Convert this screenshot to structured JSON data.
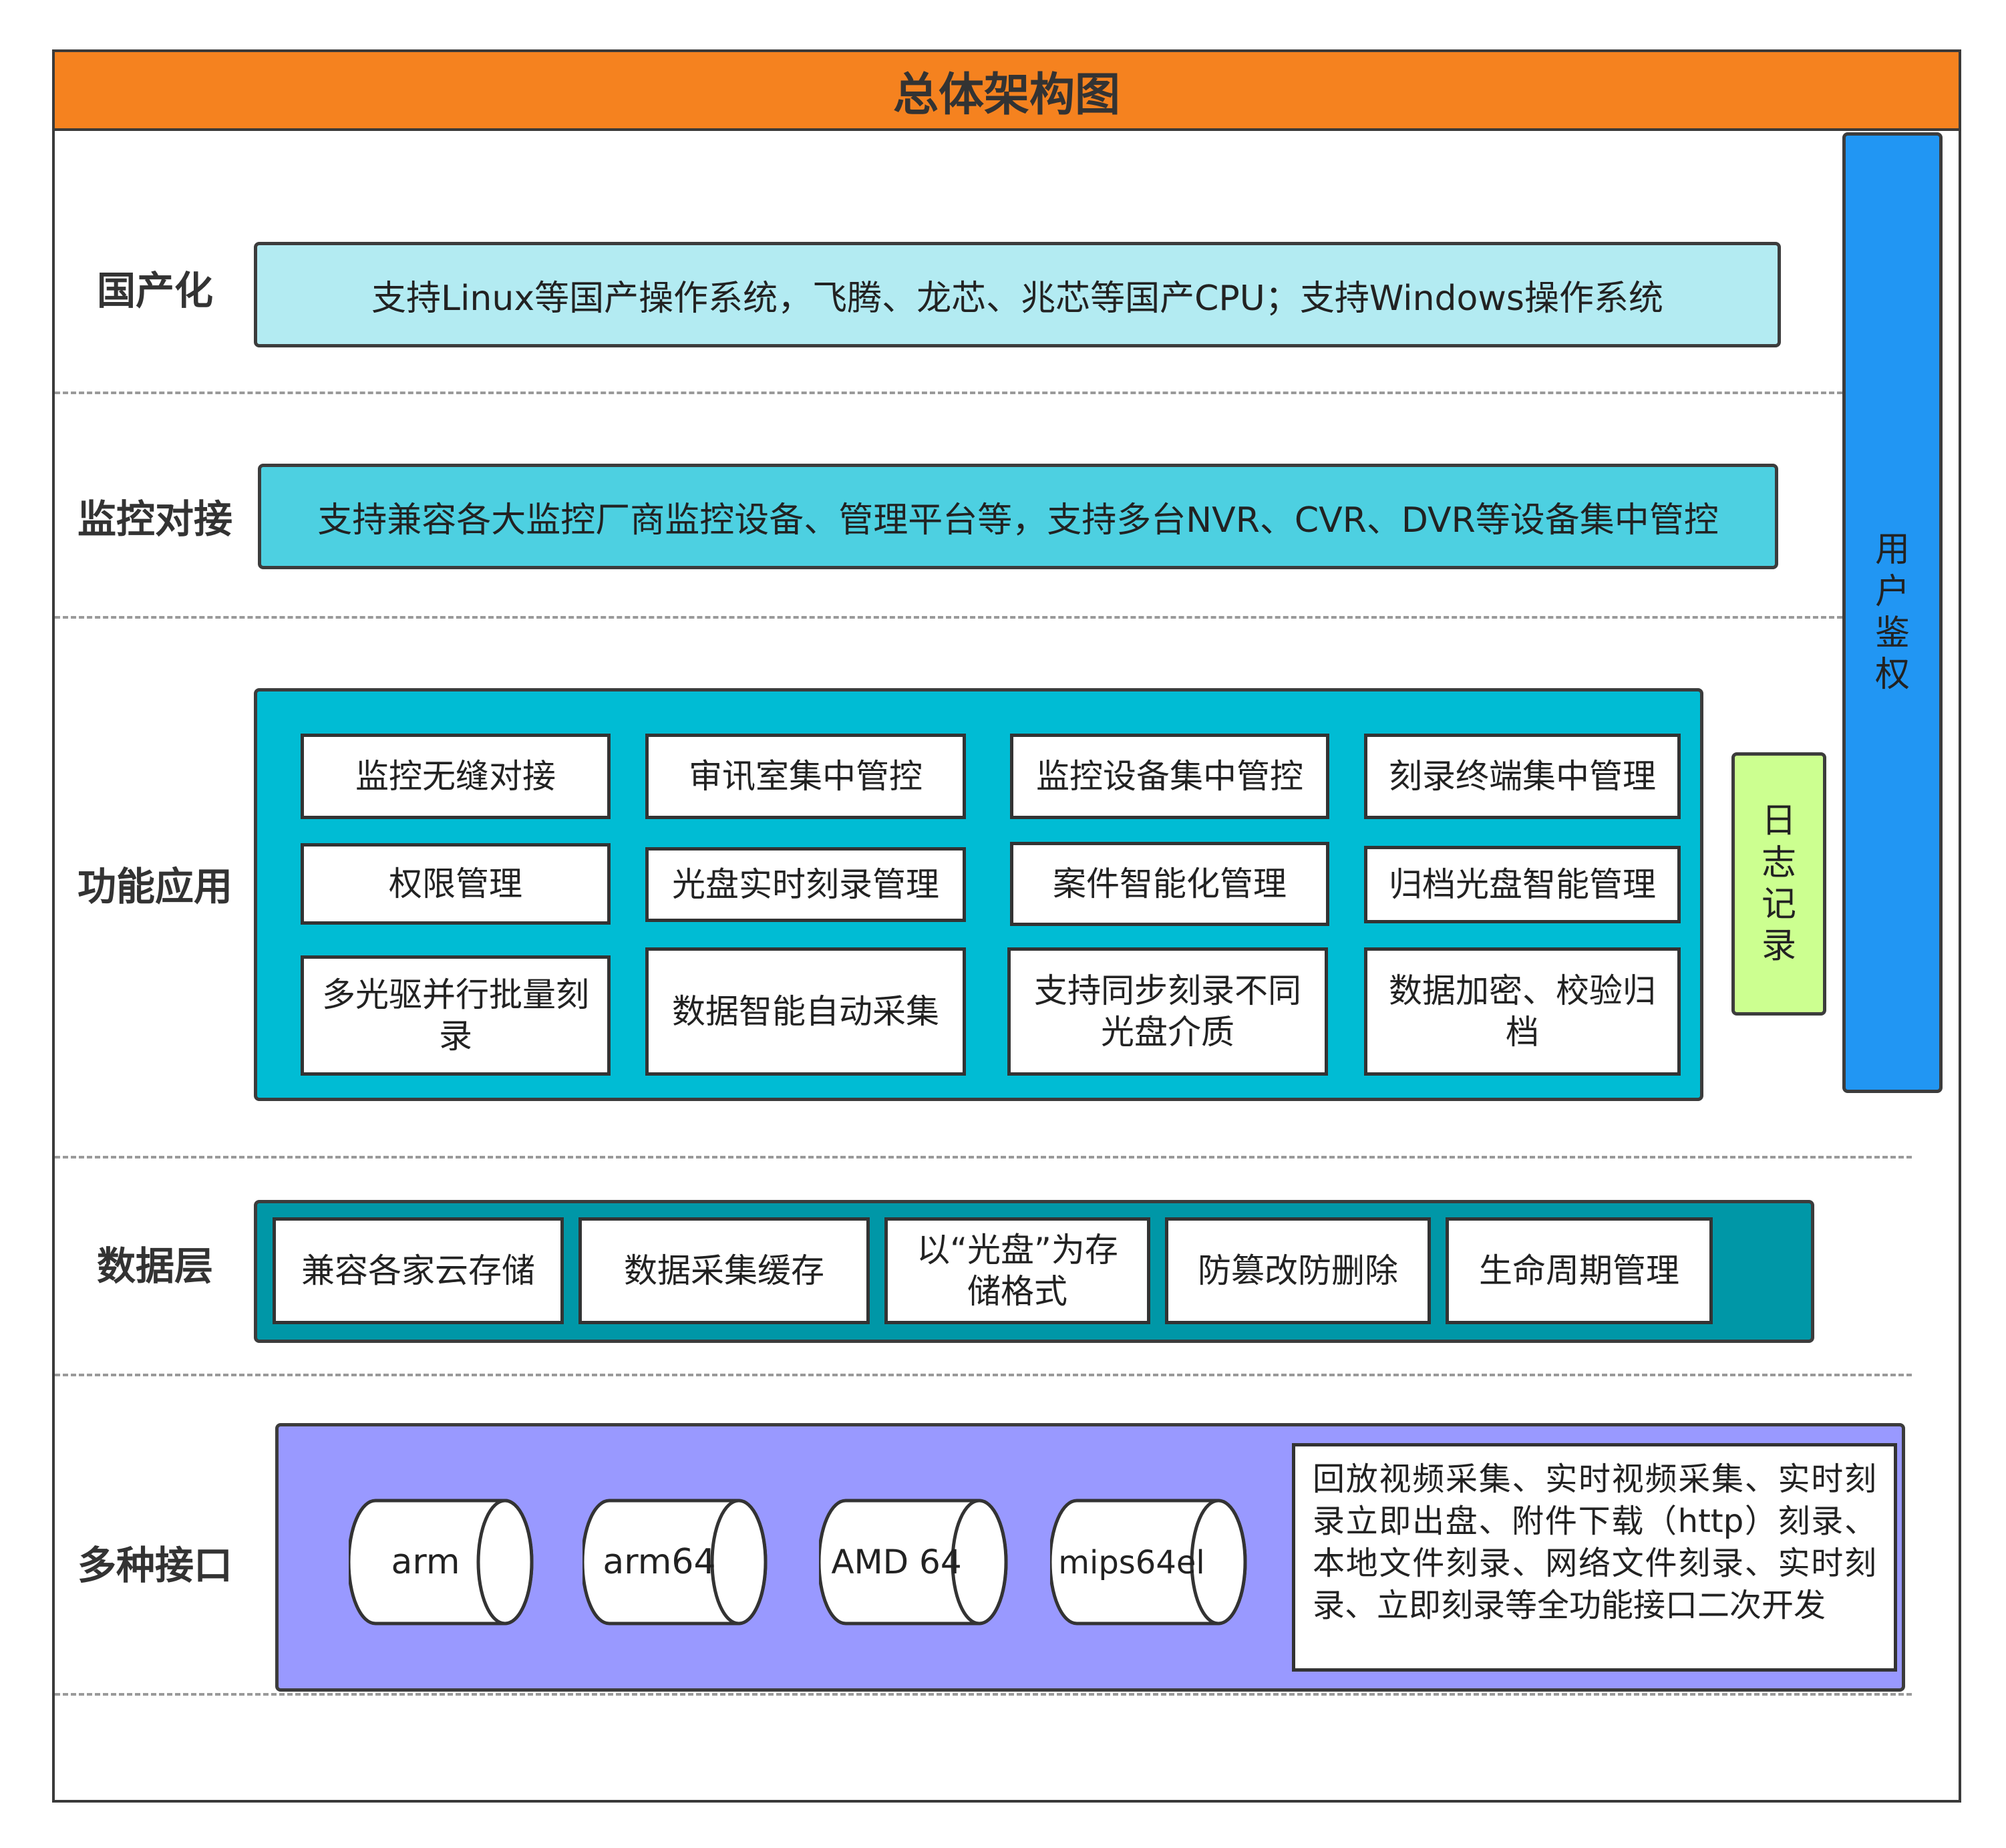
{
  "title": "总体架构图",
  "side_panels": {
    "user_auth": [
      "用",
      "户",
      "鉴",
      "权"
    ],
    "log": [
      "日",
      "志",
      "记",
      "录"
    ]
  },
  "rows": {
    "localization": {
      "label": "国产化",
      "text": "支持Linux等国产操作系统，飞腾、龙芯、兆芯等国产CPU；支持Windows操作系统"
    },
    "monitoring": {
      "label": "监控对接",
      "text": "支持兼容各大监控厂商监控设备、管理平台等，支持多台NVR、CVR、DVR等设备集中管控"
    },
    "functions": {
      "label": "功能应用",
      "items": [
        "监控无缝对接",
        "审讯室集中管控",
        "监控设备集中管控",
        "刻录终端集中管理",
        "权限管理",
        "光盘实时刻录管理",
        "案件智能化管理",
        "归档光盘智能管理",
        "多光驱并行批量刻录",
        "数据智能自动采集",
        "支持同步刻录不同光盘介质",
        "数据加密、校验归档"
      ]
    },
    "data_layer": {
      "label": "数据层",
      "items": [
        "兼容各家云存储",
        "数据采集缓存",
        "以“光盘”为存储格式",
        "防篡改防删除",
        "生命周期管理"
      ]
    },
    "interfaces": {
      "label": "多种接口",
      "platforms": [
        "arm",
        "arm64",
        "AMD 64",
        "mips64el"
      ],
      "description": "回放视频采集、实时视频采集、实时刻录立即出盘、附件下载（http）刻录、本地文件刻录、网络文件刻录、实时刻录、立即刻录等全功能接口二次开发"
    }
  },
  "colors": {
    "title_bar": "#f5821f",
    "localization_band": "#b3ebf2",
    "monitoring_band": "#4dd0e1",
    "functions_band": "#00bcd4",
    "data_band": "#0097a7",
    "interfaces_band": "#9999ff",
    "user_auth_bar": "#2196f3",
    "log_bar": "#ccff90"
  }
}
